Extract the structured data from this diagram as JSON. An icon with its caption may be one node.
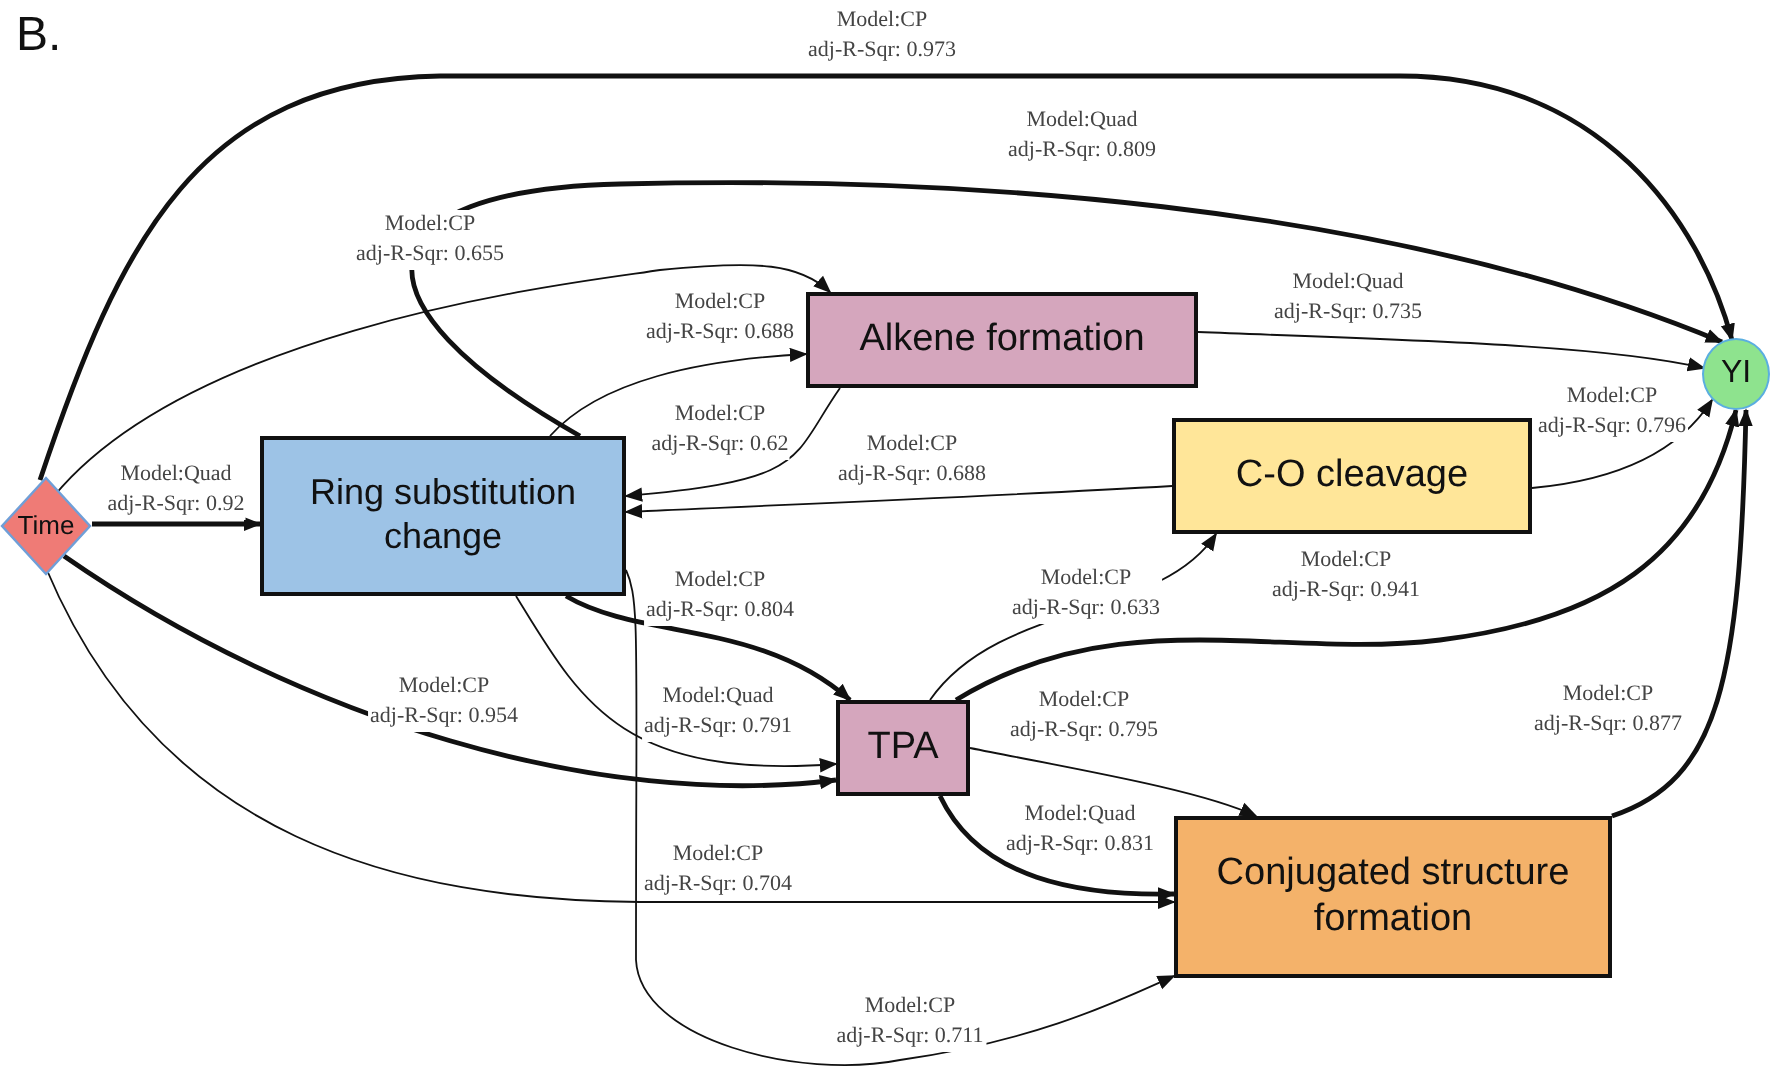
{
  "diagram": {
    "title": "B.",
    "nodes": [
      {
        "text": [
          "Time"
        ]
      },
      {
        "text": [
          "Ring substitution change"
        ]
      },
      {
        "text": [
          "Alkene formation"
        ]
      },
      {
        "text": [
          "C-O cleavage"
        ]
      },
      {
        "text": [
          "TPA"
        ]
      },
      {
        "text": [
          "Conjugated structure formation"
        ]
      },
      {
        "text": [
          "YI"
        ]
      }
    ],
    "edges": [
      {
        "from": 0,
        "to": 6,
        "arrow": "to",
        "label": "Model:CP adj-R-Sqr: 0.973",
        "style": "thick"
      },
      {
        "from": 1,
        "to": 6,
        "arrow": "to",
        "label": "Model:Quad adj-R-Sqr: 0.809",
        "style": "thick"
      },
      {
        "from": 0,
        "to": 2,
        "arrow": "to",
        "label": "Model:CP adj-R-Sqr: 0.655"
      },
      {
        "from": 1,
        "to": 2,
        "arrow": "to",
        "label": "Model:CP adj-R-Sqr: 0.688"
      },
      {
        "from": 2,
        "to": 1,
        "arrow": "to",
        "label": "Model:CP adj-R-Sqr: 0.62"
      },
      {
        "from": 3,
        "to": 1,
        "arrow": "to",
        "label": "Model:CP adj-R-Sqr: 0.688"
      },
      {
        "from": 2,
        "to": 6,
        "arrow": "to",
        "label": "Model:Quad adj-R-Sqr: 0.735"
      },
      {
        "from": 3,
        "to": 6,
        "arrow": "to",
        "label": "Model:CP adj-R-Sqr: 0.796"
      },
      {
        "from": 0,
        "to": 1,
        "arrow": "to",
        "label": "Model:Quad adj-R-Sqr: 0.92",
        "style": "thick"
      },
      {
        "from": 1,
        "to": 4,
        "arrow": "to",
        "label": "Model:CP adj-R-Sqr: 0.804",
        "style": "thick"
      },
      {
        "from": 0,
        "to": 4,
        "arrow": "to",
        "label": "Model:CP adj-R-Sqr: 0.954",
        "style": "thick"
      },
      {
        "from": 1,
        "to": 4,
        "arrow": "to",
        "label": "Model:Quad adj-R-Sqr: 0.791"
      },
      {
        "from": 4,
        "to": 3,
        "arrow": "to",
        "label": "Model:CP adj-R-Sqr: 0.633"
      },
      {
        "from": 4,
        "to": 6,
        "arrow": "to",
        "label": "Model:CP adj-R-Sqr: 0.941",
        "style": "thick"
      },
      {
        "from": 4,
        "to": 5,
        "arrow": "to",
        "label": "Model:CP adj-R-Sqr: 0.795"
      },
      {
        "from": 4,
        "to": 5,
        "arrow": "to",
        "label": "Model:Quad adj-R-Sqr: 0.831",
        "style": "thick"
      },
      {
        "from": 0,
        "to": 5,
        "arrow": "to",
        "label": "Model:CP adj-R-Sqr: 0.704"
      },
      {
        "from": 1,
        "to": 5,
        "arrow": "to",
        "label": "Model:CP adj-R-Sqr: 0.711"
      },
      {
        "from": 5,
        "to": 6,
        "arrow": "to",
        "label": "Model:CP adj-R-Sqr: 0.877",
        "style": "thick"
      }
    ]
  }
}
